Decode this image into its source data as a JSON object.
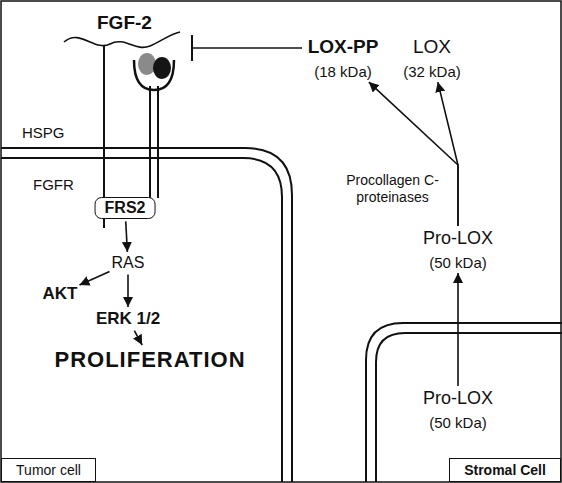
{
  "diagram": {
    "nodes": [
      {
        "text": [
          "FRS2"
        ]
      },
      {
        "text": [
          "RAS"
        ]
      },
      {
        "text": [
          "AKT"
        ]
      },
      {
        "text": [
          "ERK 1/2"
        ]
      },
      {
        "text": [
          "PROLIFERATION"
        ]
      },
      {
        "text": [
          "Tumor cell"
        ]
      },
      {
        "text": [
          "LOX-PP",
          "(18 kDa)"
        ]
      },
      {
        "text": [
          "LOX",
          "(32 kDa)"
        ]
      },
      {
        "text": [
          "Pro-LOX",
          "(50 kDa)"
        ]
      },
      {
        "text": [
          "Pro-LOX",
          "(50 kDa)"
        ]
      },
      {
        "text": [
          "Stromal Cell"
        ]
      }
    ],
    "edges": [
      {
        "from": 0,
        "to": 1,
        "arrow": "to"
      },
      {
        "from": 1,
        "to": 2,
        "arrow": "to"
      },
      {
        "from": 1,
        "to": 3,
        "arrow": "to"
      },
      {
        "from": 3,
        "to": 4,
        "arrow": "to"
      },
      {
        "from": 9,
        "to": 8,
        "arrow": "to"
      },
      {
        "from": 8,
        "to": 6,
        "arrow": "to"
      },
      {
        "from": 8,
        "to": 7,
        "arrow": "to"
      }
    ],
    "labels": [
      "FGF-2",
      "HSPG",
      "FGFR",
      "Procollagen C-proteinases"
    ]
  }
}
